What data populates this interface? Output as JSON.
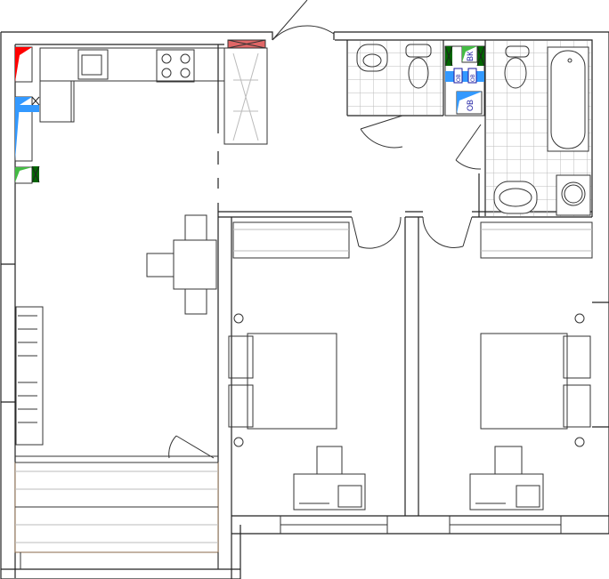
{
  "plan": {
    "labels": {
      "vk": "ВК",
      "ov1": "ОВ",
      "ov2": "ОВ",
      "ov3": "ОВ"
    },
    "colors": {
      "hot_riser": "#ff0000",
      "heating_riser": "#3399ff",
      "water_riser": "#44bb44",
      "water_dark": "#006600",
      "vent": "#e06666",
      "wall": "#222222",
      "tile": "#bbbbbb"
    }
  }
}
